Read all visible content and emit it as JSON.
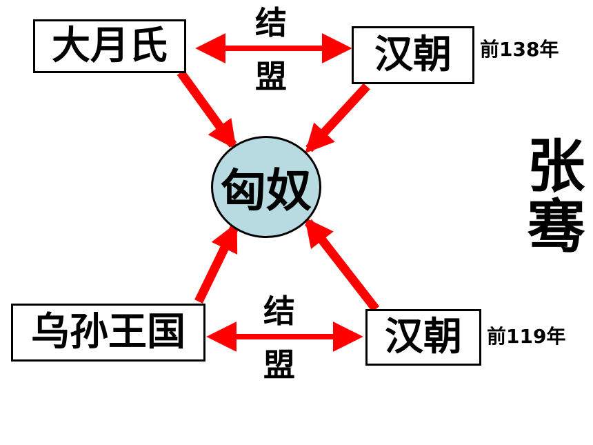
{
  "nodes": {
    "yuezhi": "大月氏",
    "han_top": "汉朝",
    "xiongnu": "匈奴",
    "wusun": "乌孙王国",
    "han_bottom": "汉朝"
  },
  "years": {
    "top": "前138年",
    "bottom": "前119年"
  },
  "alliance": {
    "top_char1": "结",
    "top_char2": "盟",
    "bottom_char1": "结",
    "bottom_char2": "盟"
  },
  "person": "张骞",
  "colors": {
    "arrow": "#ff0000",
    "circle_fill": "#b7dbe0",
    "border": "#000000"
  }
}
